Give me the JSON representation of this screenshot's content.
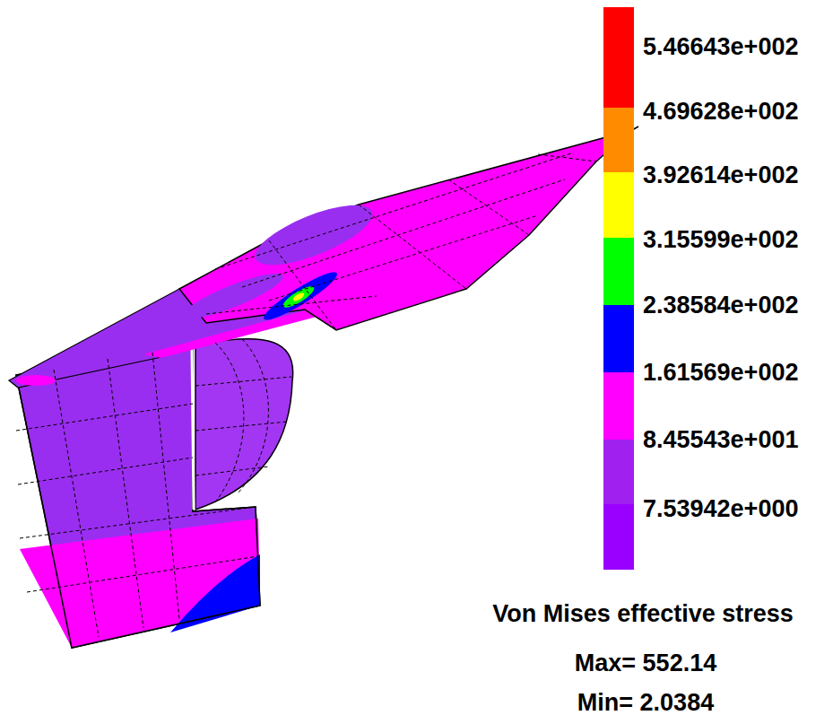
{
  "diagram": {
    "labels": [
      "Von Mises effective stress",
      "Max= 552.14",
      "Min= 2.0384"
    ],
    "legend": [
      {
        "text": "5.46643e+002",
        "color": "#ff0000"
      },
      {
        "text": "4.69628e+002",
        "color": "#ff8c00"
      },
      {
        "text": "3.92614e+002",
        "color": "#ffff00"
      },
      {
        "text": "3.15599e+002",
        "color": "#00ff00"
      },
      {
        "text": "2.38584e+002",
        "color": "#0000ff"
      },
      {
        "text": "1.61569e+002",
        "color": "#ff00ff"
      },
      {
        "text": "8.45543e+001",
        "color": "#a020f0"
      },
      {
        "text": "7.53942e+000",
        "color": "#9900ff"
      }
    ]
  }
}
